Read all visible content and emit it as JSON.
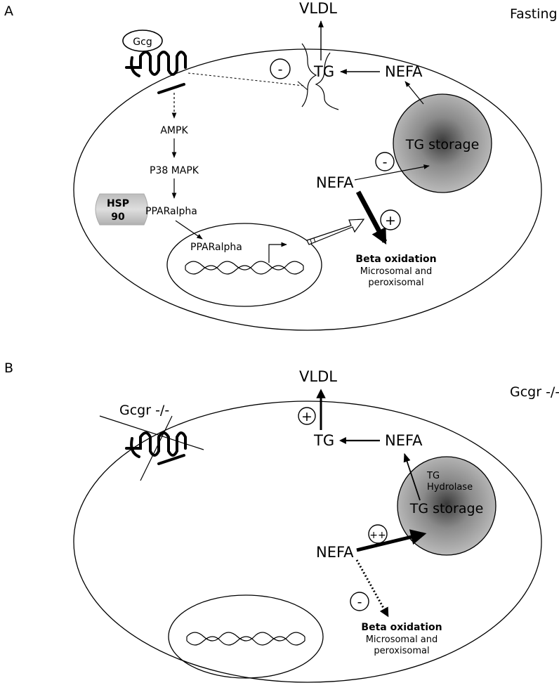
{
  "panel_a": {
    "panel_label": "A",
    "condition": "Fasting",
    "receptor_ligand": "Gcg",
    "vldl": "VLDL",
    "tg": "TG",
    "nefa_top": "NEFA",
    "tg_storage": "TG storage",
    "nefa_mid": "NEFA",
    "ampk": "AMPK",
    "p38": "P38 MAPK",
    "hsp_line1": "HSP",
    "hsp_line2": "90",
    "ppar_cyto": "PPARalpha",
    "ppar_nuc": "PPARalpha",
    "beta_title": "Beta oxidation",
    "beta_sub1": "Microsomal and",
    "beta_sub2": "peroxisomal",
    "sign_tg": "-",
    "sign_storage": "-",
    "sign_beta": "+"
  },
  "panel_b": {
    "panel_label": "B",
    "condition": "Gcgr -/-",
    "receptor_label": "Gcgr -/-",
    "vldl": "VLDL",
    "tg": "TG",
    "nefa_top": "NEFA",
    "hydrolase_line1": "TG",
    "hydrolase_line2": "Hydrolase",
    "tg_storage": "TG storage",
    "nefa_mid": "NEFA",
    "beta_title": "Beta oxidation",
    "beta_sub1": "Microsomal and",
    "beta_sub2": "peroxisomal",
    "sign_vldl": "+",
    "sign_storage": "++",
    "sign_beta": "-"
  },
  "colors": {
    "storage_center": "#3a3a3a",
    "storage_edge": "#bdbdbd",
    "hsp_fill": "#c8c8c8"
  }
}
